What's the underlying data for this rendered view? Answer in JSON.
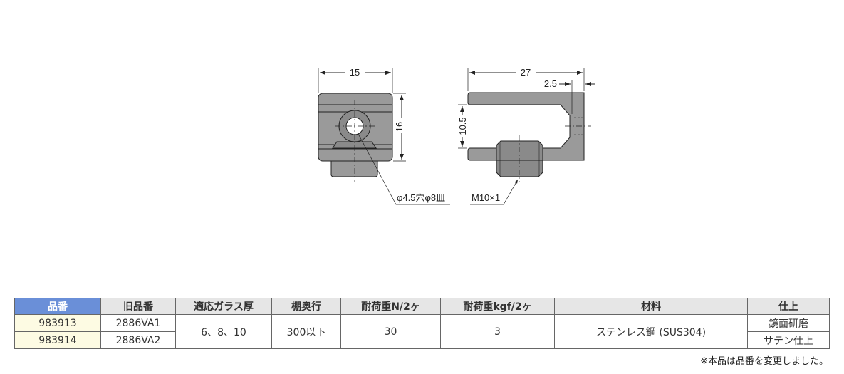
{
  "drawing": {
    "dims": {
      "width_front": "15",
      "height_front": "16",
      "width_side": "27",
      "offset": "2.5",
      "gap": "10.5"
    },
    "callouts": {
      "hole": "φ4.5穴φ8皿",
      "thread": "M10×1"
    }
  },
  "table": {
    "headers": [
      "品番",
      "旧品番",
      "適応ガラス厚",
      "棚奥行",
      "耐荷重N/2ヶ",
      "耐荷重kgf/2ヶ",
      "材料",
      "仕上"
    ],
    "rows": [
      {
        "part_no": "983913",
        "old_part_no": "2886VA1",
        "finish": "鏡面研磨"
      },
      {
        "part_no": "983914",
        "old_part_no": "2886VA2",
        "finish": "サテン仕上"
      }
    ],
    "shared": {
      "glass": "6、8、10",
      "depth": "300以下",
      "load_n": "30",
      "load_kgf": "3",
      "material": "ステンレス鋼 (SUS304)"
    }
  },
  "note": "※本品は品番を変更しました。"
}
